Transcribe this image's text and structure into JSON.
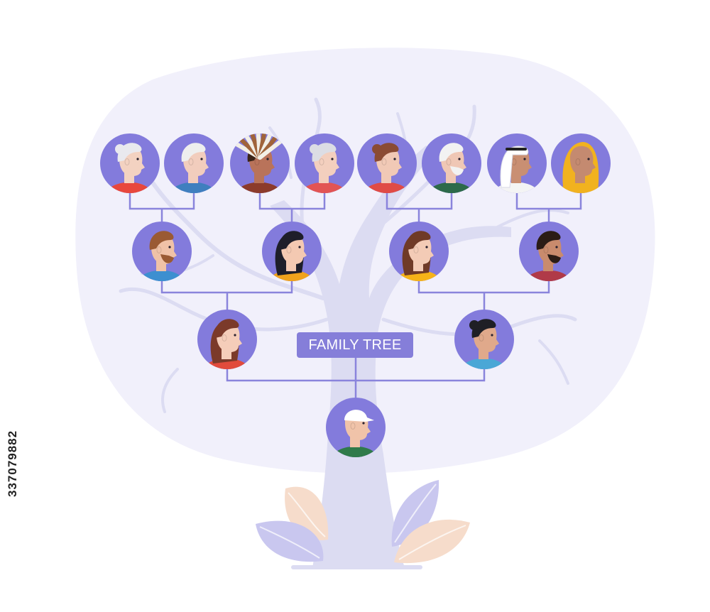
{
  "diagram": {
    "title": "FAMILY TREE",
    "stock_id": "337079882",
    "colors": {
      "background_blob": "#f1f0fb",
      "tree": "#dcdcf2",
      "connector": "#8a84dc",
      "node_circle": "#837bdc",
      "title_box": "#857ed9",
      "leaf_lavender": "#c9c7ef",
      "leaf_peach": "#f6dccb",
      "stock_id_text": "#222222"
    }
  },
  "nodes": [
    {
      "id": "ggp1",
      "generation": 1,
      "person": "elderly woman, white hair bun",
      "skin": "#f3d2c1",
      "hair": "#e9e9ee",
      "shirt": "#e8473c",
      "headwear": "none"
    },
    {
      "id": "ggp2",
      "generation": 1,
      "person": "elderly man, white hair",
      "skin": "#f2cdbd",
      "hair": "#eeeeee",
      "shirt": "#3f7fbf",
      "headwear": "none"
    },
    {
      "id": "ggp3",
      "generation": 1,
      "person": "man with feathered headdress",
      "skin": "#b9735a",
      "hair": "#3a2418",
      "shirt": "#8c3b2b",
      "headwear": "feathers"
    },
    {
      "id": "ggp4",
      "generation": 1,
      "person": "elderly woman, gray hair bun",
      "skin": "#f3cfbe",
      "hair": "#dcdde4",
      "shirt": "#e25454",
      "headwear": "none"
    },
    {
      "id": "ggp5",
      "generation": 1,
      "person": "woman with brown hair bun",
      "skin": "#f1c9b6",
      "hair": "#8a4b34",
      "shirt": "#e04b45",
      "headwear": "none"
    },
    {
      "id": "ggp6",
      "generation": 1,
      "person": "elderly man, white beard",
      "skin": "#efc7b5",
      "hair": "#f2f2f2",
      "shirt": "#2d6a4a",
      "headwear": "none"
    },
    {
      "id": "ggp7",
      "generation": 1,
      "person": "man with keffiyeh",
      "skin": "#c98f73",
      "hair": "#ffffff",
      "shirt": "#f4f4f4",
      "headwear": "keffiyeh"
    },
    {
      "id": "ggp8",
      "generation": 1,
      "person": "woman with yellow hijab",
      "skin": "#c48a70",
      "hair": "#f1b21f",
      "shirt": "#f1b21f",
      "headwear": "hijab"
    },
    {
      "id": "gp1",
      "generation": 2,
      "person": "bearded man",
      "skin": "#f0c2a7",
      "hair": "#9a5a33",
      "shirt": "#3d8fd0",
      "headwear": "none"
    },
    {
      "id": "gp2",
      "generation": 2,
      "person": "woman with black ponytail",
      "skin": "#f4c9b2",
      "hair": "#1e1e2a",
      "shirt": "#f0a21c",
      "headwear": "none"
    },
    {
      "id": "gp3",
      "generation": 2,
      "person": "woman with long brown hair",
      "skin": "#f3cbb6",
      "hair": "#6f3a27",
      "shirt": "#f6b318",
      "headwear": "none"
    },
    {
      "id": "gp4",
      "generation": 2,
      "person": "bearded man, dark hair",
      "skin": "#c98b6d",
      "hair": "#2b1c16",
      "shirt": "#b03a48",
      "headwear": "none"
    },
    {
      "id": "p1",
      "generation": 3,
      "person": "woman with long auburn hair",
      "skin": "#f5cdb9",
      "hair": "#7b3a2a",
      "shirt": "#e14b3c",
      "headwear": "none"
    },
    {
      "id": "p2",
      "generation": 3,
      "person": "man with top bun",
      "skin": "#e0a98b",
      "hair": "#1f1f25",
      "shirt": "#4aa7d6",
      "headwear": "none"
    },
    {
      "id": "child",
      "generation": 4,
      "person": "boy with white cap",
      "skin": "#f0c3a9",
      "hair": "#ffffff",
      "shirt": "#2f7a4a",
      "headwear": "cap"
    }
  ]
}
